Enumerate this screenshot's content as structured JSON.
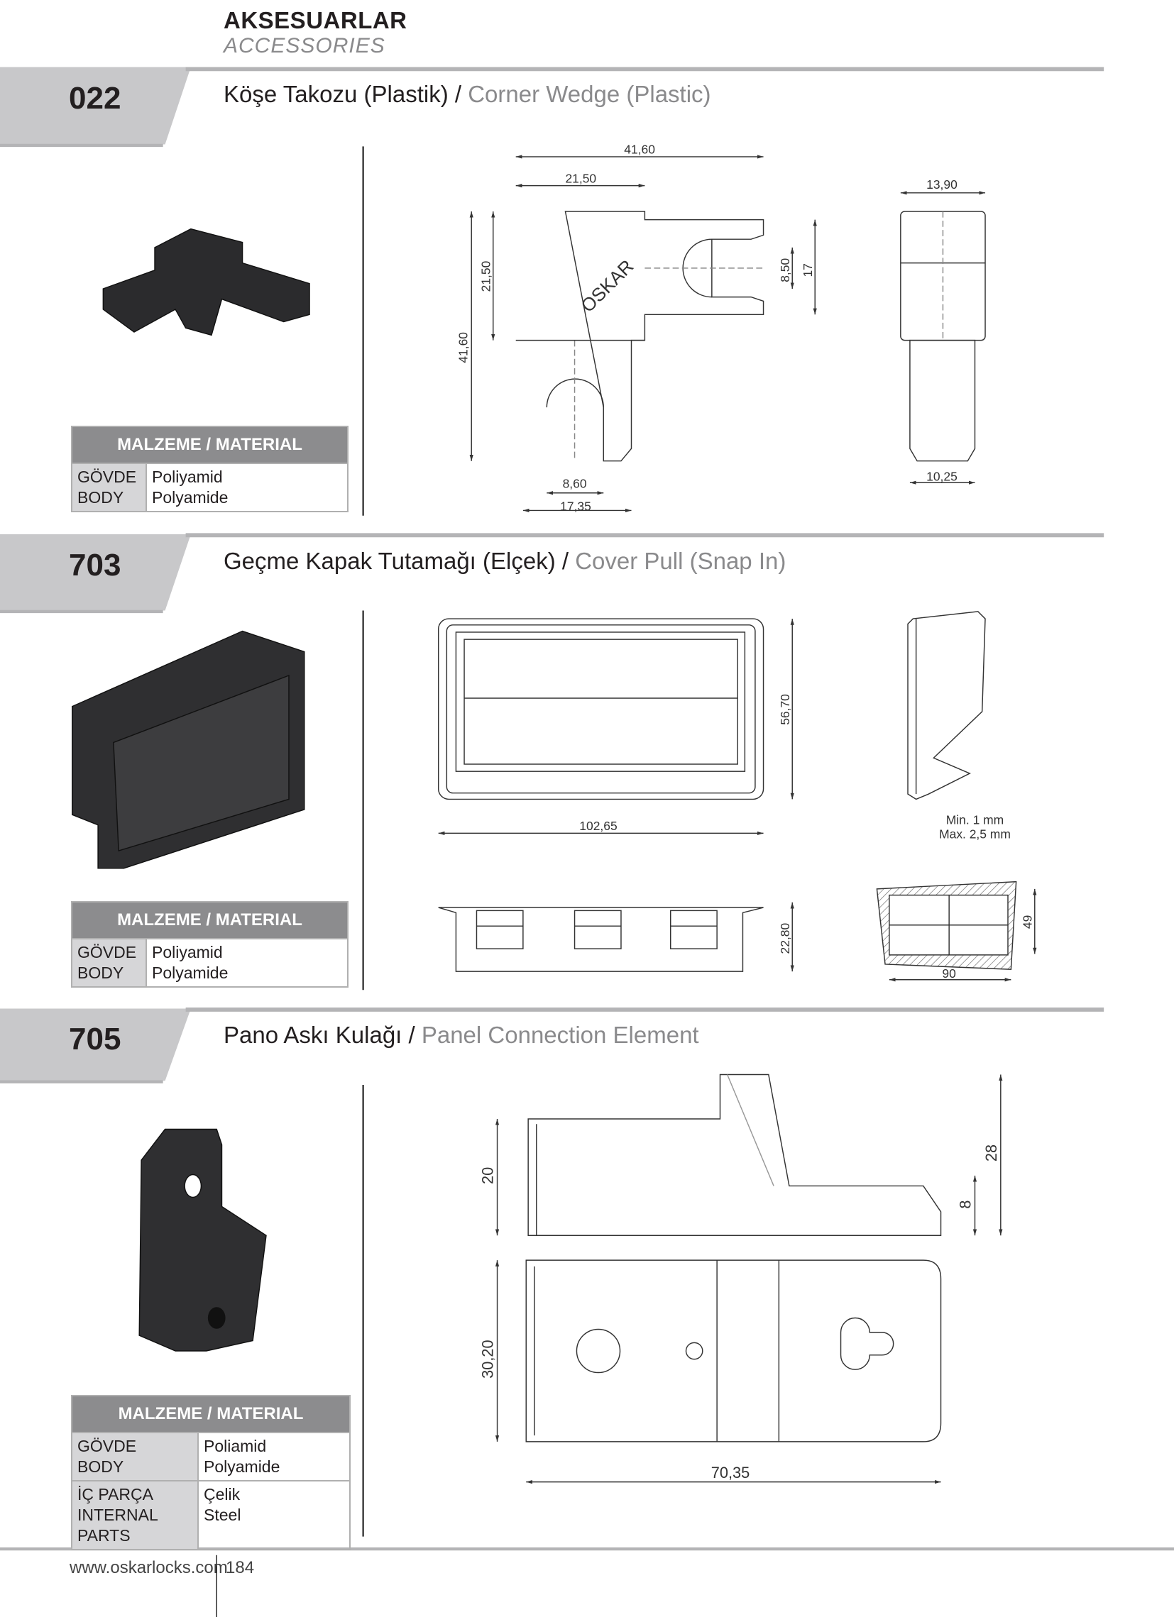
{
  "header": {
    "title": "AKSESUARLAR",
    "subtitle": "ACCESSORIES"
  },
  "material_header": "MALZEME / MATERIAL",
  "sections": [
    {
      "number": "022",
      "title_tr": "Köşe Takozu (Plastik) /",
      "title_en": "Corner Wedge (Plastic)",
      "materials": [
        {
          "key_tr": "GÖVDE",
          "key_en": "BODY",
          "val_tr": "Poliyamid",
          "val_en": "Polyamide"
        }
      ],
      "logo_text": "OSKAR",
      "dims": {
        "total_w": "41,60",
        "half_w": "21,50",
        "half_h": "21,50",
        "total_h": "41,60",
        "slot_w": "8,50",
        "arm_h": "17",
        "slot_b": "8,60",
        "arm_b": "17,35",
        "side_w": "13,90",
        "side_b": "10,25"
      }
    },
    {
      "number": "703",
      "title_tr": "Geçme Kapak Tutamağı (Elçek) /",
      "title_en": "Cover Pull (Snap In)",
      "materials": [
        {
          "key_tr": "GÖVDE",
          "key_en": "BODY",
          "val_tr": "Poliyamid",
          "val_en": "Polyamide"
        }
      ],
      "dims": {
        "height": "56,70",
        "width": "102,65",
        "min": "Min. 1 mm",
        "max": "Max. 2,5 mm",
        "depth": "22,80",
        "cut_h": "49",
        "cut_w": "90"
      }
    },
    {
      "number": "705",
      "title_tr": "Pano Askı Kulağı /",
      "title_en": "Panel Connection Element",
      "materials": [
        {
          "key_tr": "GÖVDE",
          "key_en": "BODY",
          "val_tr": "Poliamid",
          "val_en": "Polyamide"
        },
        {
          "key_tr": "İÇ PARÇA",
          "key_en": "INTERNAL PARTS",
          "val_tr": "Çelik",
          "val_en": "Steel"
        }
      ],
      "dims": {
        "h20": "20",
        "h28": "28",
        "h8": "8",
        "w30": "30,20",
        "len": "70,35"
      }
    }
  ],
  "footer": {
    "url": "www.oskarlocks.com",
    "page": "184"
  }
}
